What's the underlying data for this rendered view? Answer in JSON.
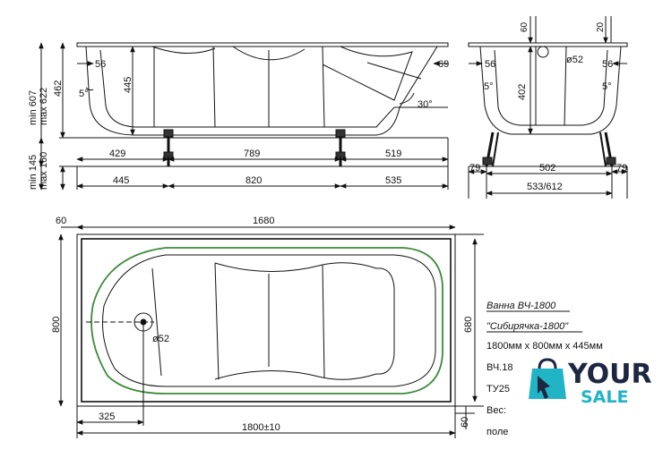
{
  "side_view": {
    "heights": {
      "min_607": "min 607",
      "max_622": "max 622",
      "h_462": "462",
      "h_445": "445",
      "min_145": "min 145",
      "max_160": "max 160"
    },
    "angles": {
      "left": "5°",
      "right": "30°"
    },
    "labels": {
      "left_56": "56",
      "right_69": "69"
    },
    "row1": [
      "429",
      "789",
      "519"
    ],
    "row2": [
      "445",
      "820",
      "535"
    ]
  },
  "end_view": {
    "top_60": "60",
    "top_20": "20",
    "drain_dia": "ø52",
    "left_56": "56",
    "right_56": "56",
    "height_402": "402",
    "angle_left": "5°",
    "angle_right": "5°",
    "leg_left": "79",
    "leg_right": "79",
    "span": "502",
    "width": "533/612"
  },
  "plan_view": {
    "offset_60_top": "60",
    "length_1680": "1680",
    "width_800": "800",
    "width_680": "680",
    "drain_dia": "ø52",
    "offset_325": "325",
    "length_total": "1800±10",
    "offset_60_bottom": "60"
  },
  "spec": {
    "line1": "Ванна ВЧ-1800",
    "line2": "\"Сибирячка-1800\"",
    "line3": "1800мм х 800мм х 445мм",
    "line4": "ВЧ.18",
    "line5": "ТУ25",
    "line6": "Вес:",
    "line7": "поле"
  },
  "logo": {
    "word1": "YOUR",
    "word2": "SALE",
    "colors": {
      "dark": "#1d2742",
      "accent": "#21b3c6"
    }
  },
  "colors": {
    "line": "#111111",
    "outline_green": "#3a8a3a"
  }
}
